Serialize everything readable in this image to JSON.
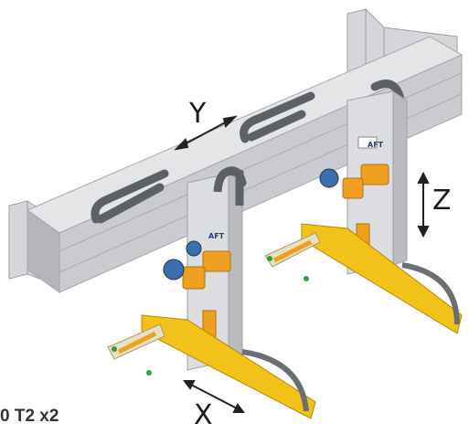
{
  "axes": {
    "y": "Y",
    "z": "Z",
    "x": "X"
  },
  "logo": "AFT",
  "caption": "0 T2 x2",
  "colors": {
    "aluminum": "#d9dadc",
    "aluminum_shade": "#b8babd",
    "yellow": "#f2c21a",
    "cable_chain": "#6b6e72",
    "motor_blue": "#3d6fb0",
    "orange": "#f0a020",
    "green": "#2e9e3a"
  }
}
